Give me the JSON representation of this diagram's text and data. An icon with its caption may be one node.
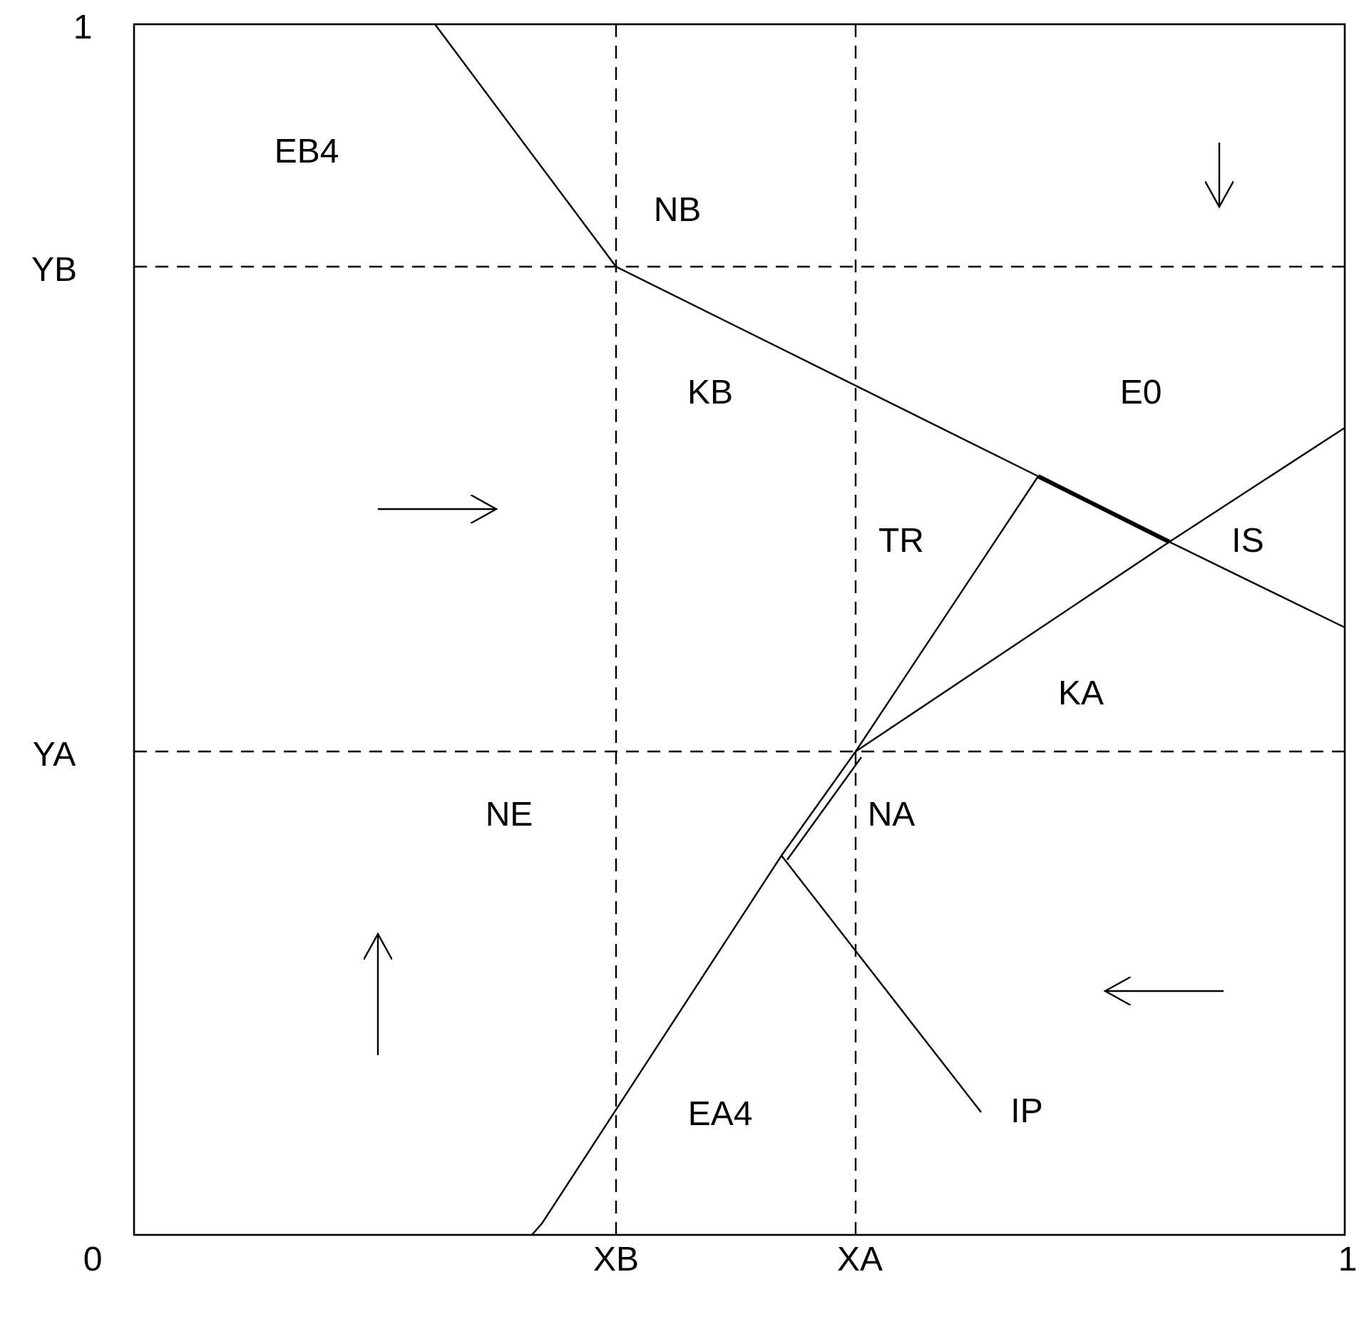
{
  "diagram": {
    "labels": [
      "1",
      "EB4",
      "NB",
      "YB",
      "KB",
      "E0",
      "TR",
      "IS",
      "KA",
      "YA",
      "NE",
      "NA",
      "EA4",
      "IP",
      "0",
      "XB",
      "XA",
      "1"
    ]
  }
}
